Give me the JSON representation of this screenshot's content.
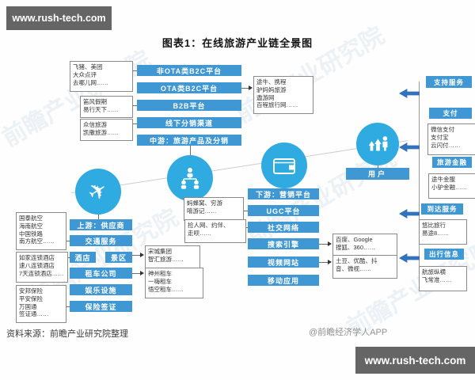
{
  "branding": {
    "site_top": "www.rush-tech.com",
    "site_bottom": "www.rush-tech.com",
    "credit": "@前瞻经济学人APP"
  },
  "title": "图表1：在线旅游产业链全景图",
  "source": "资料来源：前瞻产业研究院整理",
  "watermark": "前瞻产业研究院",
  "colors": {
    "box_blue": "#3f97d3",
    "circle_blue": "#2fabe1",
    "arrow_blue": "#3272bd",
    "dark_box": "#656565"
  },
  "midstream": {
    "label": "中游：旅游产品及分销",
    "channels": [
      "非OTA类B2C平台",
      "OTA类B2C平台",
      "B2B平台",
      "线下分销渠道"
    ],
    "examples": {
      "non_ota": "飞猪、美团\n大众点评\n去哪儿网……",
      "ota": "途牛、携程\n驴妈妈旅游\n遨游网\n百程旅行网……",
      "b2b": "笛风假期\n易行天下……",
      "offline": "众信旅游\n凯撒旅游……"
    }
  },
  "upstream": {
    "label": "上游：供应商",
    "categories": [
      "交通服务",
      "酒店",
      "景区",
      "租车公司",
      "娱乐设施",
      "保险签证"
    ],
    "examples": {
      "transport": "国泰航空\n海南航空\n中国铁路\n南方航空……",
      "hotel": "如家连锁酒店\n速八连锁酒店\n7天连锁酒店……",
      "scenic": "宋城集团\n智汇旅游……",
      "car": "神州租车\n一嗨租车\n悟空租车……",
      "insurance": "安邦保险\n平安保险\n万国通\n签证通……"
    }
  },
  "downstream": {
    "label": "下游：营销平台",
    "categories": [
      "UGC平台",
      "社交网络",
      "搜索引擎",
      "视频网站",
      "移动应用"
    ],
    "examples": {
      "ugc": "蚂蜂窝、穷游\n嘻游记……",
      "social": "捡人网、约伴、\n走呗……",
      "search": "百度、Google\n搜狐、360……",
      "video": "土豆、优酷、抖\n音、微视……"
    }
  },
  "user": {
    "label": "用户"
  },
  "support": {
    "label": "支持服务",
    "sections": [
      {
        "label": "支付",
        "examples": "微信支付\n支付宝\n云闪付……"
      },
      {
        "label": "旅游金融",
        "examples": "途牛金服\n小驴金融……"
      },
      {
        "label": "到达服务",
        "examples": "悠比旅行\n易途8……"
      },
      {
        "label": "出行信息",
        "examples": "航旅纵横\n飞常准……"
      }
    ]
  }
}
